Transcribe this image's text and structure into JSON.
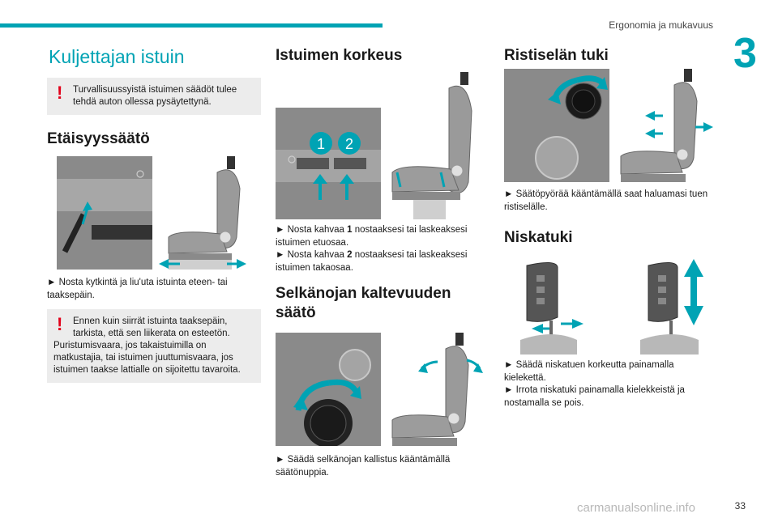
{
  "header": {
    "section_title": "Ergonomia ja mukavuus",
    "chapter_number": "3"
  },
  "col1": {
    "page_title": "Kuljettajan istuin",
    "warning1": "Turvallisuussyistä istuimen säädöt tulee tehdä auton ollessa pysäytettynä.",
    "fore_aft": {
      "heading": "Etäisyyssäätö",
      "text": "► Nosta kytkintä ja liu'uta istuinta eteen- tai taaksepäin."
    },
    "warning2": {
      "line1": "Ennen kuin siirrät istuinta taaksepäin, tarkista, että sen liikerata on esteetön.",
      "line2": "Puristumisvaara, jos takaistuimilla on matkustajia, tai istuimen juuttumisvaara, jos istuimen taakse lattialle on sijoitettu tavaroita."
    }
  },
  "col2": {
    "height": {
      "heading": "Istuimen korkeus",
      "callout1": "1",
      "callout2": "2",
      "line1_pre": "► Nosta kahvaa ",
      "line1_num": "1",
      "line1_post": " nostaaksesi tai laskeaksesi istuimen etuosaa.",
      "line2_pre": "► Nosta kahvaa ",
      "line2_num": "2",
      "line2_post": " nostaaksesi tai laskeaksesi istuimen takaosaa."
    },
    "backrest": {
      "heading": "Selkänojan kaltevuuden säätö",
      "text": "► Säädä selkänojan kallistus kääntämällä säätönuppia."
    }
  },
  "col3": {
    "lumbar": {
      "heading": "Ristiselän tuki",
      "text": "► Säätöpyörää kääntämällä saat haluamasi tuen ristiselälle."
    },
    "headrest": {
      "heading": "Niskatuki",
      "line1": "► Säädä niskatuen korkeutta painamalla kielekettä.",
      "line2": "► Irrota niskatuki painamalla kielekkeistä ja nostamalla se pois."
    }
  },
  "footer": {
    "page_number": "33",
    "watermark": "carmanualsonline.info"
  },
  "colors": {
    "accent": "#00a3b4",
    "warning": "#e2001a",
    "panel": "#ececec"
  }
}
